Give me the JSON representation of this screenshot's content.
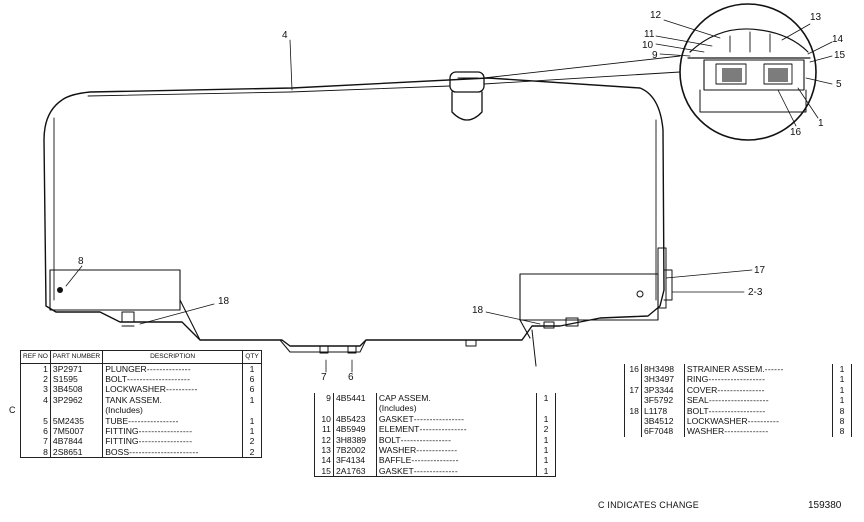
{
  "callouts": {
    "c4": "4",
    "c8": "8",
    "c18a": "18",
    "c7": "7",
    "c6": "6",
    "c18b": "18",
    "c17": "17",
    "c2_3": "2-3",
    "c12": "12",
    "c13": "13",
    "c11": "11",
    "c10": "10",
    "c9": "9",
    "c14": "14",
    "c15": "15",
    "c5": "5",
    "c16": "16",
    "c1": "1"
  },
  "table1": {
    "headers": {
      "ref": "REF NO",
      "part": "PART NUMBER",
      "desc": "DESCRIPTION",
      "qty": "QTY"
    },
    "change_mark": "C",
    "rows": [
      {
        "ref": "1",
        "part": "3P2971",
        "desc": "PLUNGER",
        "dots": "--------------",
        "qty": "1"
      },
      {
        "ref": "2",
        "part": "S1595",
        "desc": "BOLT",
        "dots": "--------------------",
        "qty": "6"
      },
      {
        "ref": "3",
        "part": "3B4508",
        "desc": "LOCKWASHER",
        "dots": "----------",
        "qty": "6"
      },
      {
        "ref": "4",
        "part": "3P2962",
        "desc": "TANK ASSEM.",
        "dots": "",
        "qty": "1"
      },
      {
        "ref": "",
        "part": "",
        "desc": "(Includes)",
        "dots": "",
        "qty": ""
      },
      {
        "ref": "5",
        "part": "5M2435",
        "desc": "TUBE",
        "dots": "----------------",
        "qty": "1"
      },
      {
        "ref": "6",
        "part": "7M5007",
        "desc": "FITTING",
        "dots": "-----------------",
        "qty": "1"
      },
      {
        "ref": "7",
        "part": "4B7844",
        "desc": "FITTING",
        "dots": "-----------------",
        "qty": "2"
      },
      {
        "ref": "8",
        "part": "2S8651",
        "desc": "BOSS",
        "dots": "----------------------",
        "qty": "2"
      }
    ]
  },
  "table2": {
    "rows": [
      {
        "ref": "9",
        "part": "4B5441",
        "desc": "CAP ASSEM.",
        "dots": "",
        "qty": "1"
      },
      {
        "ref": "",
        "part": "",
        "desc": "(Includes)",
        "dots": "",
        "qty": ""
      },
      {
        "ref": "10",
        "part": "4B5423",
        "desc": "GASKET",
        "dots": "----------------",
        "qty": "1"
      },
      {
        "ref": "11",
        "part": "4B5949",
        "desc": "ELEMENT",
        "dots": "---------------",
        "qty": "2"
      },
      {
        "ref": "12",
        "part": "3H8389",
        "desc": "BOLT",
        "dots": "----------------",
        "qty": "1"
      },
      {
        "ref": "13",
        "part": "7B2002",
        "desc": "WASHER",
        "dots": "-------------",
        "qty": "1"
      },
      {
        "ref": "14",
        "part": "3F4134",
        "desc": "BAFFLE",
        "dots": "---------------",
        "qty": "1"
      },
      {
        "ref": "15",
        "part": "2A1763",
        "desc": "GASKET",
        "dots": "--------------",
        "qty": "1"
      }
    ]
  },
  "table3": {
    "rows": [
      {
        "ref": "16",
        "part": "8H3498",
        "desc": "STRAINER ASSEM.",
        "dots": "------",
        "qty": "1"
      },
      {
        "ref": "",
        "part": "3H3497",
        "desc": "RING",
        "dots": "------------------",
        "qty": "1"
      },
      {
        "ref": "17",
        "part": "3P3344",
        "desc": "COVER",
        "dots": "---------------",
        "qty": "1"
      },
      {
        "ref": "",
        "part": "3F5792",
        "desc": "SEAL",
        "dots": "-------------------",
        "qty": "1"
      },
      {
        "ref": "18",
        "part": "L1178",
        "desc": "BOLT",
        "dots": "------------------",
        "qty": "8"
      },
      {
        "ref": "",
        "part": "3B4512",
        "desc": "LOCKWASHER",
        "dots": "----------",
        "qty": "8"
      },
      {
        "ref": "",
        "part": "6F7048",
        "desc": "WASHER",
        "dots": "--------------",
        "qty": "8"
      }
    ]
  },
  "footer": {
    "change_note": "C INDICATES CHANGE",
    "sheet_code": "159380"
  }
}
